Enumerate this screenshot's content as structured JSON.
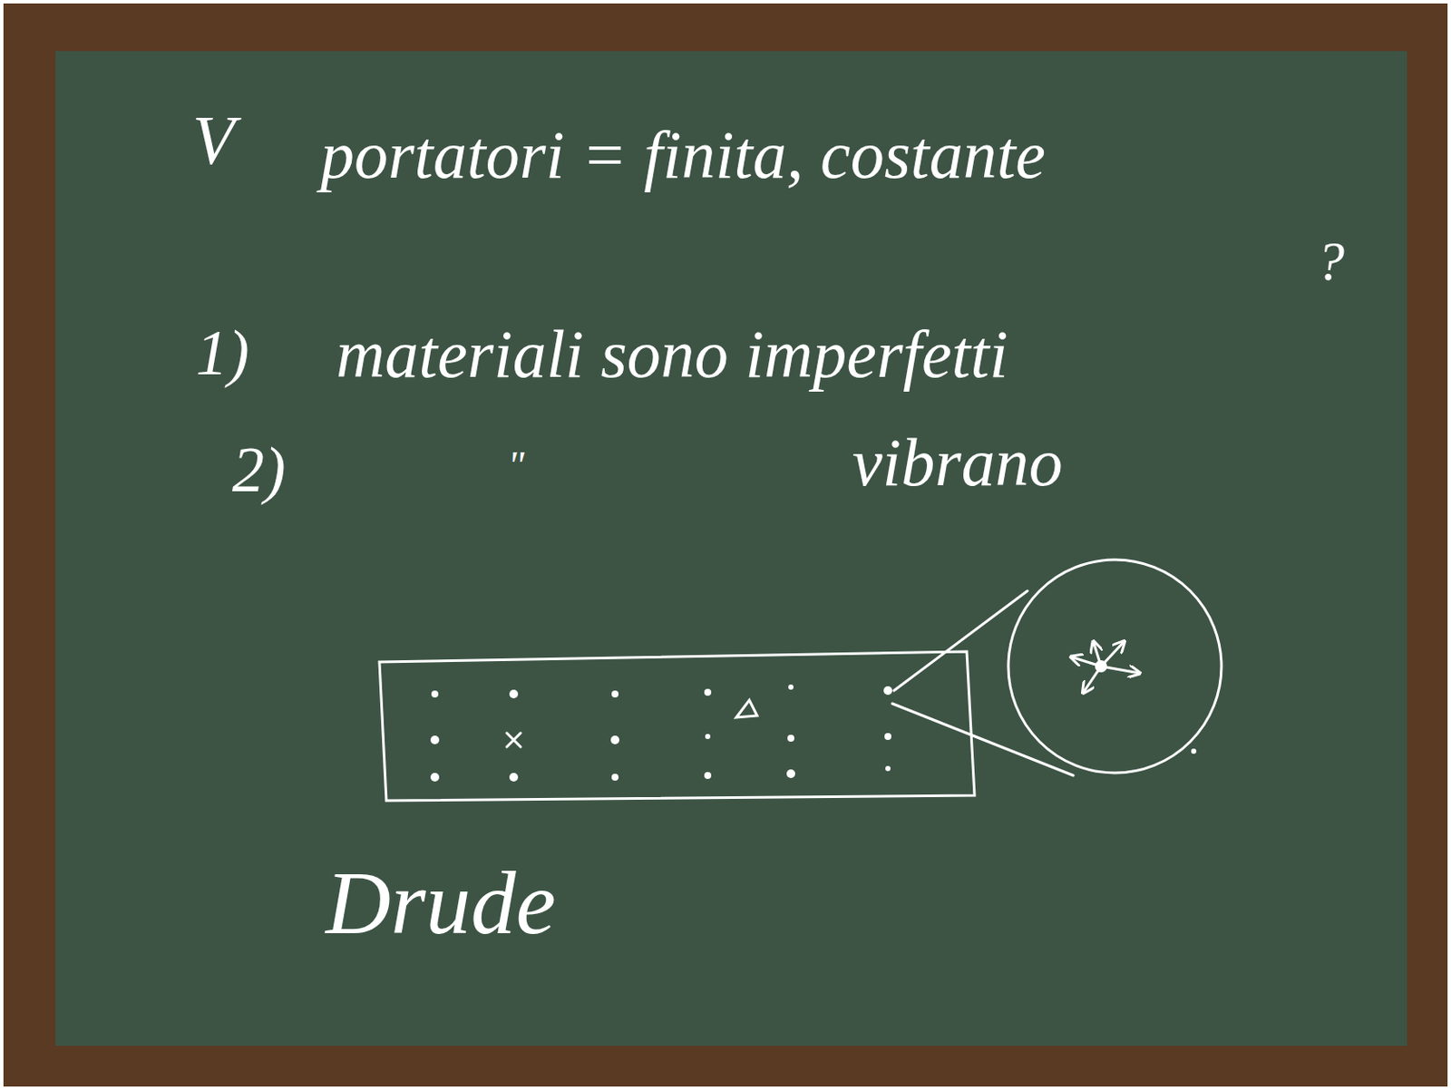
{
  "diagram": {
    "labels": [
      "V",
      "portatori = finita, costante",
      "?",
      "1)",
      "materiali sono imperfetti",
      "2)",
      "\"",
      "vibrano",
      "Drude"
    ]
  }
}
